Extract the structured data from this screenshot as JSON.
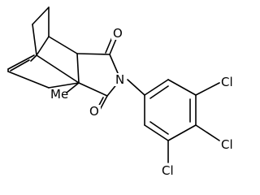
{
  "molecule": {
    "atom_labels": {
      "o_top": "O",
      "o_bottom": "O",
      "n_imide": "N",
      "methyl": "Me",
      "cl_meta_top": "Cl",
      "cl_para": "Cl",
      "cl_meta_bottom": "Cl"
    },
    "colors": {
      "bond": "#000000",
      "text": "#000000",
      "background": "#ffffff"
    }
  }
}
